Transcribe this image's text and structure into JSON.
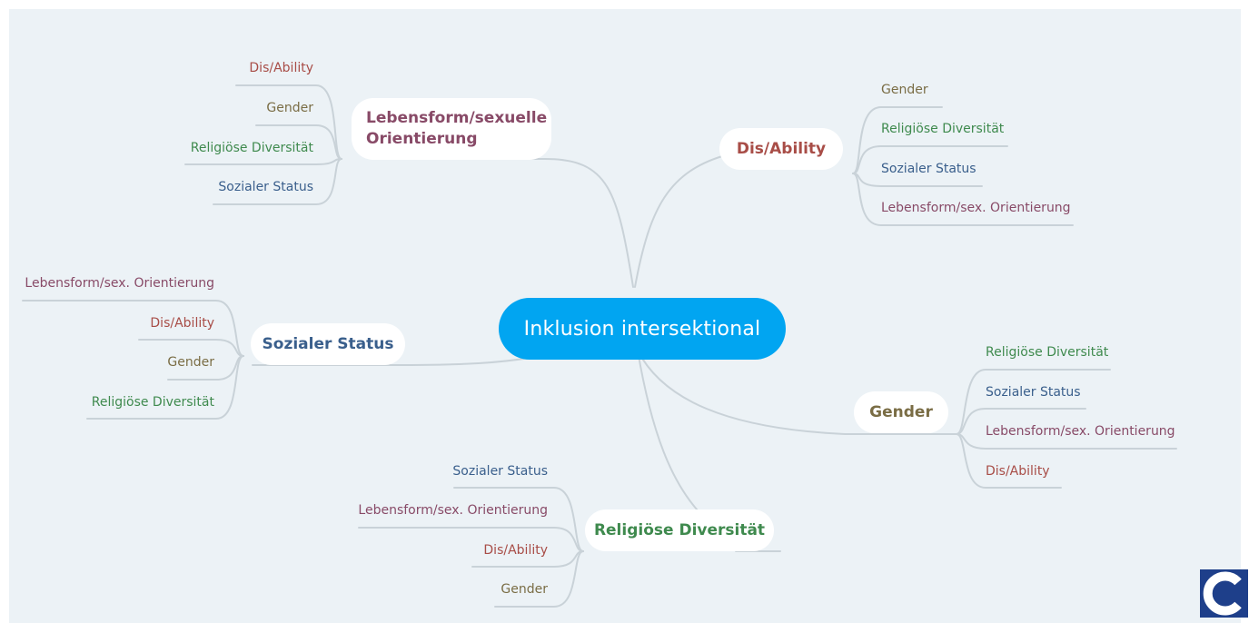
{
  "colors": {
    "background": "#ecf2f6",
    "center": "#01a5f1",
    "connector": "#c9d2d8",
    "dis_ability": "#a84d47",
    "gender": "#7a6d45",
    "religion": "#3f8a4e",
    "status": "#3a5f8c",
    "lebensform": "#884a67",
    "logo": "#1e3f8a"
  },
  "center": {
    "label": "Inklusion intersektional"
  },
  "branches": {
    "lebensform": {
      "label": "Lebensform/sexuelle Orientierung",
      "items": [
        "Dis/Ability",
        "Gender",
        "Religiöse Diversität",
        "Sozialer Status"
      ]
    },
    "disability": {
      "label": "Dis/Ability",
      "items": [
        "Gender",
        "Religiöse Diversität",
        "Sozialer Status",
        "Lebensform/sex. Orientierung"
      ]
    },
    "status": {
      "label": "Sozialer Status",
      "items": [
        "Lebensform/sex. Orientierung",
        "Dis/Ability",
        "Gender",
        "Religiöse Diversität"
      ]
    },
    "gender": {
      "label": "Gender",
      "items": [
        "Religiöse Diversität",
        "Sozialer Status",
        "Lebensform/sex. Orientierung",
        "Dis/Ability"
      ]
    },
    "religion": {
      "label": "Religiöse Diversität",
      "items": [
        "Sozialer Status",
        "Lebensform/sex. Orientierung",
        "Dis/Ability",
        "Gender"
      ]
    }
  },
  "logo": {
    "name": "c-logo-icon"
  }
}
